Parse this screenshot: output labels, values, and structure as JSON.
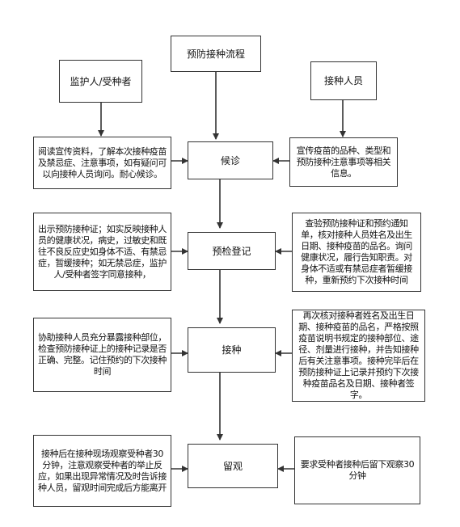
{
  "flowchart": {
    "title": "预防接种流程",
    "left_header": "监护人/受种者",
    "right_header": "接种人员",
    "steps": [
      {
        "name": "候诊",
        "left": "阅读宣传资料，了解本次接种疫苗及禁忌症、注意事项，如有疑问可以向接种人员询问。耐心候诊。",
        "right": "宣传疫苗的品种、类型和预防接种注意事项等相关信息。"
      },
      {
        "name": "预检登记",
        "left": "出示预防接种证；如实反映接种人员的健康状况，病史，过敏史和既往不良反应史如身体不适、有禁忌症，暂缓接种；如无禁忌症，监护人/受种者签字同意接种，",
        "right": "查验预防接种证和预约通知单，核对接种人员姓名及出生日期、接种疫苗的品名。询问健康状况，履行告知职责。对身体不适或有禁忌症者暂缓接种，重新预约下次接种时间"
      },
      {
        "name": "接种",
        "left": "协助接种人员充分暴露接种部位，检查预防接种证上的接种记录是否正确、完整。记住预约的下次接种时间",
        "right": "再次核对接种者姓名及出生日期、接种疫苗的品名，严格按照疫苗说明书规定的接种部位、途径、剂量进行接种，并告知接种后有关注意事项。接种完毕后在预防接种证上记录并预约下次接种疫苗品名及日期、接种者签字。"
      },
      {
        "name": "留观",
        "left": "接种后在接种现场观察受种者30分钟，注意观察受种者的举止反应，如果出现异常情况及时告诉接种人员，留观时间完成后方能离开",
        "right": "要求受种者接种后留下观察30分钟"
      }
    ]
  }
}
